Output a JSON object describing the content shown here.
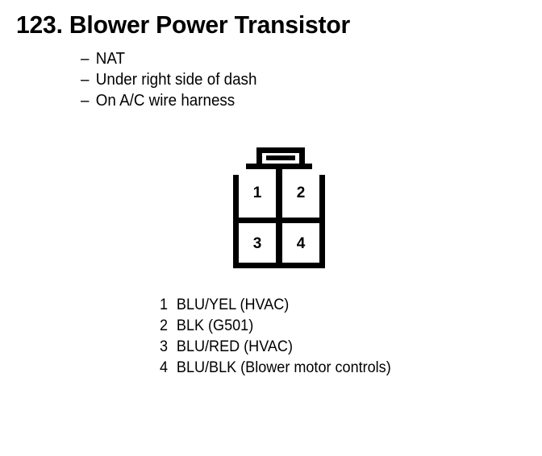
{
  "document": {
    "item_number": "123.",
    "title": "123. Blower Power Transistor",
    "title_number": "123.",
    "title_name": "Blower Power Transistor",
    "background_color": "#ffffff",
    "ink_color": "#000000"
  },
  "details": {
    "bullet_char": "–",
    "items": [
      "NAT",
      "Under right side of dash",
      "On A/C wire harness"
    ]
  },
  "connector": {
    "name": "4-pin connector",
    "rows": 2,
    "columns": 2,
    "latch_position": "top",
    "cells": [
      {
        "pin": "1",
        "row": 0,
        "col": 0
      },
      {
        "pin": "2",
        "row": 0,
        "col": 1
      },
      {
        "pin": "3",
        "row": 1,
        "col": 0
      },
      {
        "pin": "4",
        "row": 1,
        "col": 1
      }
    ]
  },
  "legend": {
    "rows": [
      {
        "pin": "1",
        "label": "BLU/YEL (HVAC)"
      },
      {
        "pin": "2",
        "label": "BLK (G501)"
      },
      {
        "pin": "3",
        "label": "BLU/RED (HVAC)"
      },
      {
        "pin": "4",
        "label": "BLU/BLK (Blower motor controls)"
      }
    ]
  }
}
